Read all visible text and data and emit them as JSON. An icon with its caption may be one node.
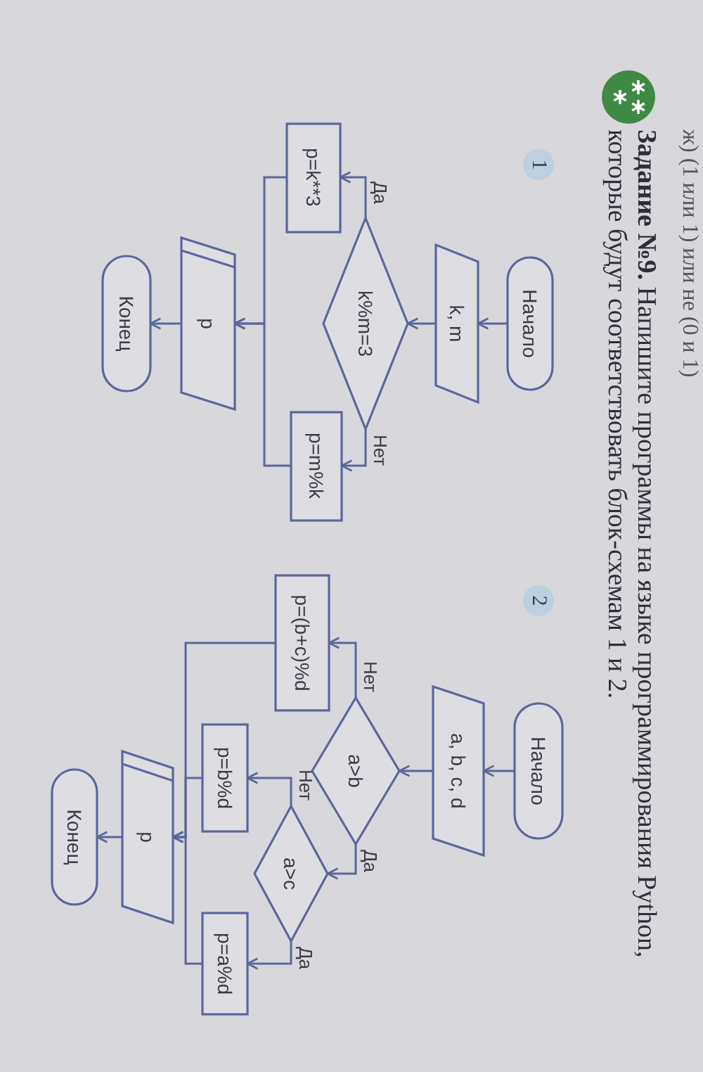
{
  "diagram": {
    "title": "**Задание №9.** Напишите программы на языке программирования Python, которые будут соответствовать блок-схемам 1 и 2.",
    "nodes": [
      {
        "text": [
          "Начало"
        ]
      },
      {
        "text": [
          "k, m"
        ]
      },
      {
        "text": [
          "k%m=3"
        ]
      },
      {
        "text": [
          "p=k**3"
        ]
      },
      {
        "text": [
          "p=m%k"
        ]
      },
      {
        "text": [
          "p"
        ]
      },
      {
        "text": [
          "Конец"
        ]
      },
      {
        "text": [
          "Начало"
        ]
      },
      {
        "text": [
          "a, b, c, d"
        ]
      },
      {
        "text": [
          "a>b"
        ]
      },
      {
        "text": [
          "p=(b+c)%d"
        ]
      },
      {
        "text": [
          "a>c"
        ]
      },
      {
        "text": [
          "p=b%d"
        ]
      },
      {
        "text": [
          "p=a%d"
        ]
      },
      {
        "text": [
          "p"
        ]
      },
      {
        "text": [
          "Конец"
        ]
      }
    ],
    "edges": [
      {
        "from": 0,
        "to": 1,
        "arrow": "to"
      },
      {
        "from": 1,
        "to": 2,
        "arrow": "to"
      },
      {
        "from": 2,
        "to": 3,
        "arrow": "to",
        "label": "Да"
      },
      {
        "from": 2,
        "to": 4,
        "arrow": "to",
        "label": "Нет"
      },
      {
        "from": 3,
        "to": 5,
        "arrow": "to"
      },
      {
        "from": 4,
        "to": 5,
        "arrow": "to"
      },
      {
        "from": 5,
        "to": 6,
        "arrow": "to"
      },
      {
        "from": 7,
        "to": 8,
        "arrow": "to"
      },
      {
        "from": 8,
        "to": 9,
        "arrow": "to"
      },
      {
        "from": 9,
        "to": 10,
        "arrow": "to",
        "label": "Нет"
      },
      {
        "from": 9,
        "to": 11,
        "arrow": "to",
        "label": "Да"
      },
      {
        "from": 11,
        "to": 12,
        "arrow": "to",
        "label": "Нет"
      },
      {
        "from": 11,
        "to": 13,
        "arrow": "to",
        "label": "Да"
      },
      {
        "from": 10,
        "to": 14,
        "arrow": "to"
      },
      {
        "from": 12,
        "to": 14,
        "arrow": "to"
      },
      {
        "from": 13,
        "to": 14,
        "arrow": "to"
      },
      {
        "from": 14,
        "to": 15,
        "arrow": "to"
      }
    ],
    "labels": [
      "ж) (1 или 1) или не (0 и 1)",
      "1",
      "2"
    ]
  }
}
